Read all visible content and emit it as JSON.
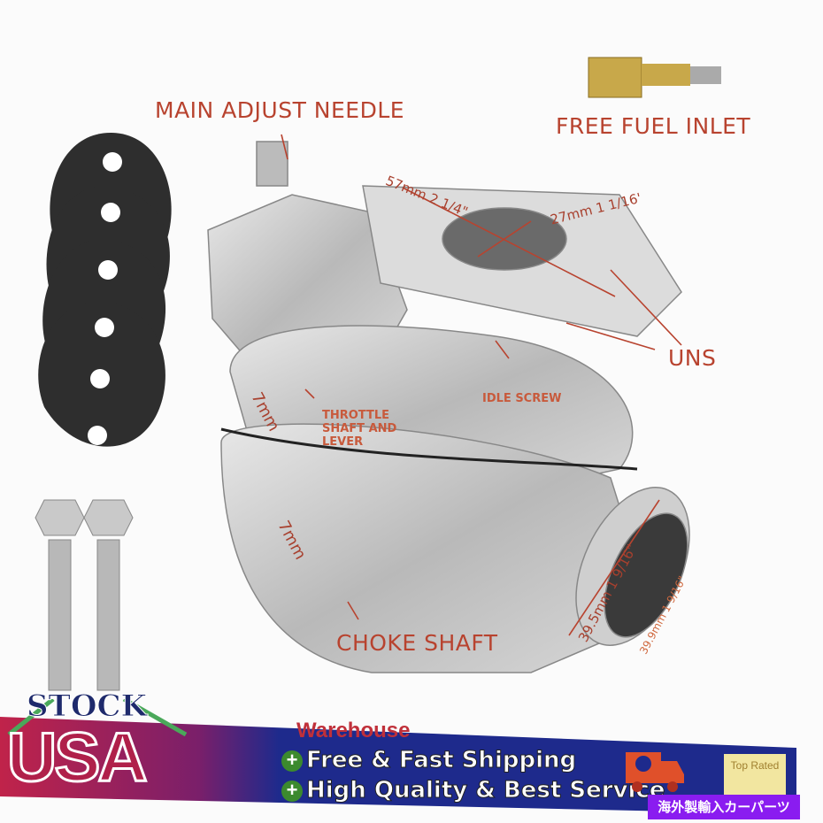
{
  "labels": {
    "main_adjust_needle": "MAIN ADJUST NEEDLE",
    "free_fuel_inlet": "FREE FUEL INLET",
    "flange_bolt_spacing": "57mm 2  1/4\"",
    "flange_bore": "27mm 1  1/16'",
    "thread": "UNS",
    "throttle_size": "7mm",
    "throttle_shaft": "THROTTLE SHAFT AND LEVER",
    "idle_screw": "IDLE SCREW",
    "choke_size": "7mm",
    "choke_shaft": "CHOKE SHAFT",
    "air_inlet_outer": "39.5mm 1 9/16\"",
    "air_inlet_inner": "39.9mm 1 9/16\""
  },
  "banner": {
    "stock": "STOCK",
    "usa": "USA",
    "warehouse": "Warehouse",
    "line1": "Free & Fast Shipping",
    "line2": "High Quality & Best Service",
    "badge": "Top Rated",
    "shop_tag": "海外製輸入カーパーツ"
  },
  "colors": {
    "label_red": "#b8432f",
    "banner_blue": "#1e2a8c",
    "banner_red": "#c0234a",
    "shop_tag_purple": "#8a1cf0"
  }
}
